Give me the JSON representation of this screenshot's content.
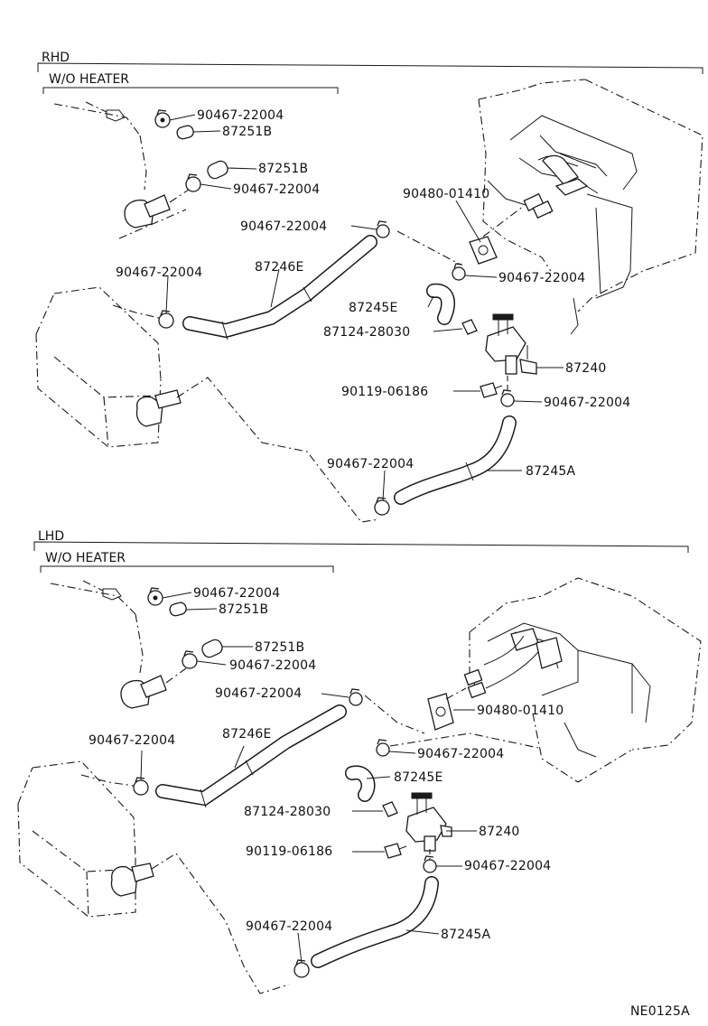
{
  "sections": [
    {
      "title": "RHD",
      "subtitle": "W/O HEATER",
      "parts": [
        {
          "key": "clamp_a",
          "number": "90467-22004"
        },
        {
          "key": "hose_a",
          "number": "87251B"
        },
        {
          "key": "hose_b",
          "number": "87251B"
        },
        {
          "key": "clamp_b",
          "number": "90467-22004"
        },
        {
          "key": "gasket",
          "number": "90480-01410"
        },
        {
          "key": "clamp_c",
          "number": "90467-22004"
        },
        {
          "key": "clamp_d",
          "number": "90467-22004"
        },
        {
          "key": "hose_e",
          "number": "87246E"
        },
        {
          "key": "clamp_e",
          "number": "90467-22004"
        },
        {
          "key": "hose_f",
          "number": "87245E"
        },
        {
          "key": "clamp_f",
          "number": "87124-28030"
        },
        {
          "key": "valve",
          "number": "87240"
        },
        {
          "key": "bolt",
          "number": "90119-06186"
        },
        {
          "key": "clamp_g",
          "number": "90467-22004"
        },
        {
          "key": "clamp_h",
          "number": "90467-22004"
        },
        {
          "key": "hose_g",
          "number": "87245A"
        }
      ]
    },
    {
      "title": "LHD",
      "subtitle": "W/O HEATER",
      "parts": [
        {
          "key": "clamp_a",
          "number": "90467-22004"
        },
        {
          "key": "hose_a",
          "number": "87251B"
        },
        {
          "key": "hose_b",
          "number": "87251B"
        },
        {
          "key": "clamp_b",
          "number": "90467-22004"
        },
        {
          "key": "clamp_c",
          "number": "90467-22004"
        },
        {
          "key": "gasket",
          "number": "90480-01410"
        },
        {
          "key": "hose_e",
          "number": "87246E"
        },
        {
          "key": "clamp_d",
          "number": "90467-22004"
        },
        {
          "key": "clamp_e",
          "number": "90467-22004"
        },
        {
          "key": "hose_f",
          "number": "87245E"
        },
        {
          "key": "clamp_f",
          "number": "87124-28030"
        },
        {
          "key": "valve",
          "number": "87240"
        },
        {
          "key": "bolt",
          "number": "90119-06186"
        },
        {
          "key": "clamp_g",
          "number": "90467-22004"
        },
        {
          "key": "clamp_h",
          "number": "90467-22004"
        },
        {
          "key": "hose_g",
          "number": "87245A"
        }
      ]
    }
  ],
  "footer_code": "NE0125A"
}
